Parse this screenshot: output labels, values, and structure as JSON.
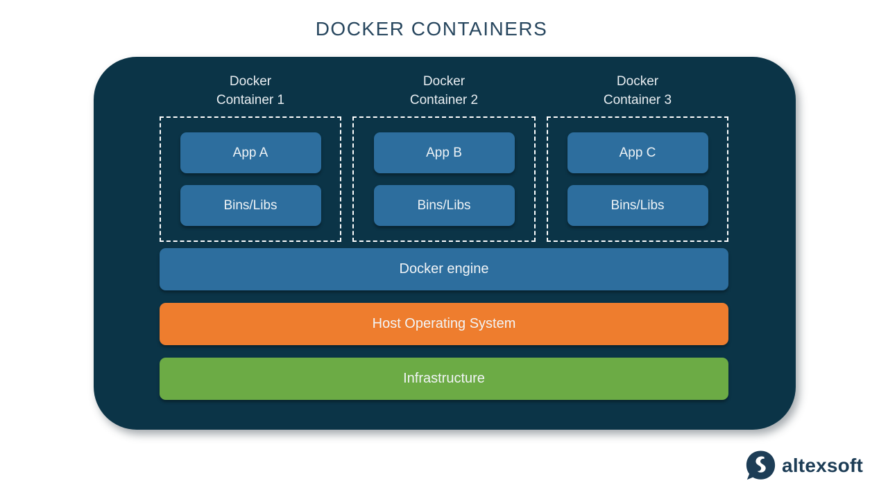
{
  "title": {
    "text": "DOCKER CONTAINERS",
    "color": "#27465e"
  },
  "panel": {
    "background": "#0b3447"
  },
  "containers": [
    {
      "label_lines": [
        "Docker",
        "Container 1"
      ],
      "app": "App A",
      "libs": "Bins/Libs"
    },
    {
      "label_lines": [
        "Docker",
        "Container 2"
      ],
      "app": "App B",
      "libs": "Bins/Libs"
    },
    {
      "label_lines": [
        "Docker",
        "Container 3"
      ],
      "app": "App C",
      "libs": "Bins/Libs"
    }
  ],
  "layers": [
    {
      "label": "Docker engine",
      "color": "#2d6e9e"
    },
    {
      "label": "Host Operating System",
      "color": "#ee7d2e"
    },
    {
      "label": "Infrastructure",
      "color": "#6cab45"
    }
  ],
  "colors": {
    "app_box": "#2d6e9e",
    "dashed_border": "#ffffff",
    "label_text": "#e9eef2"
  },
  "logo": {
    "text": "altexsoft",
    "color": "#1d3d56"
  }
}
